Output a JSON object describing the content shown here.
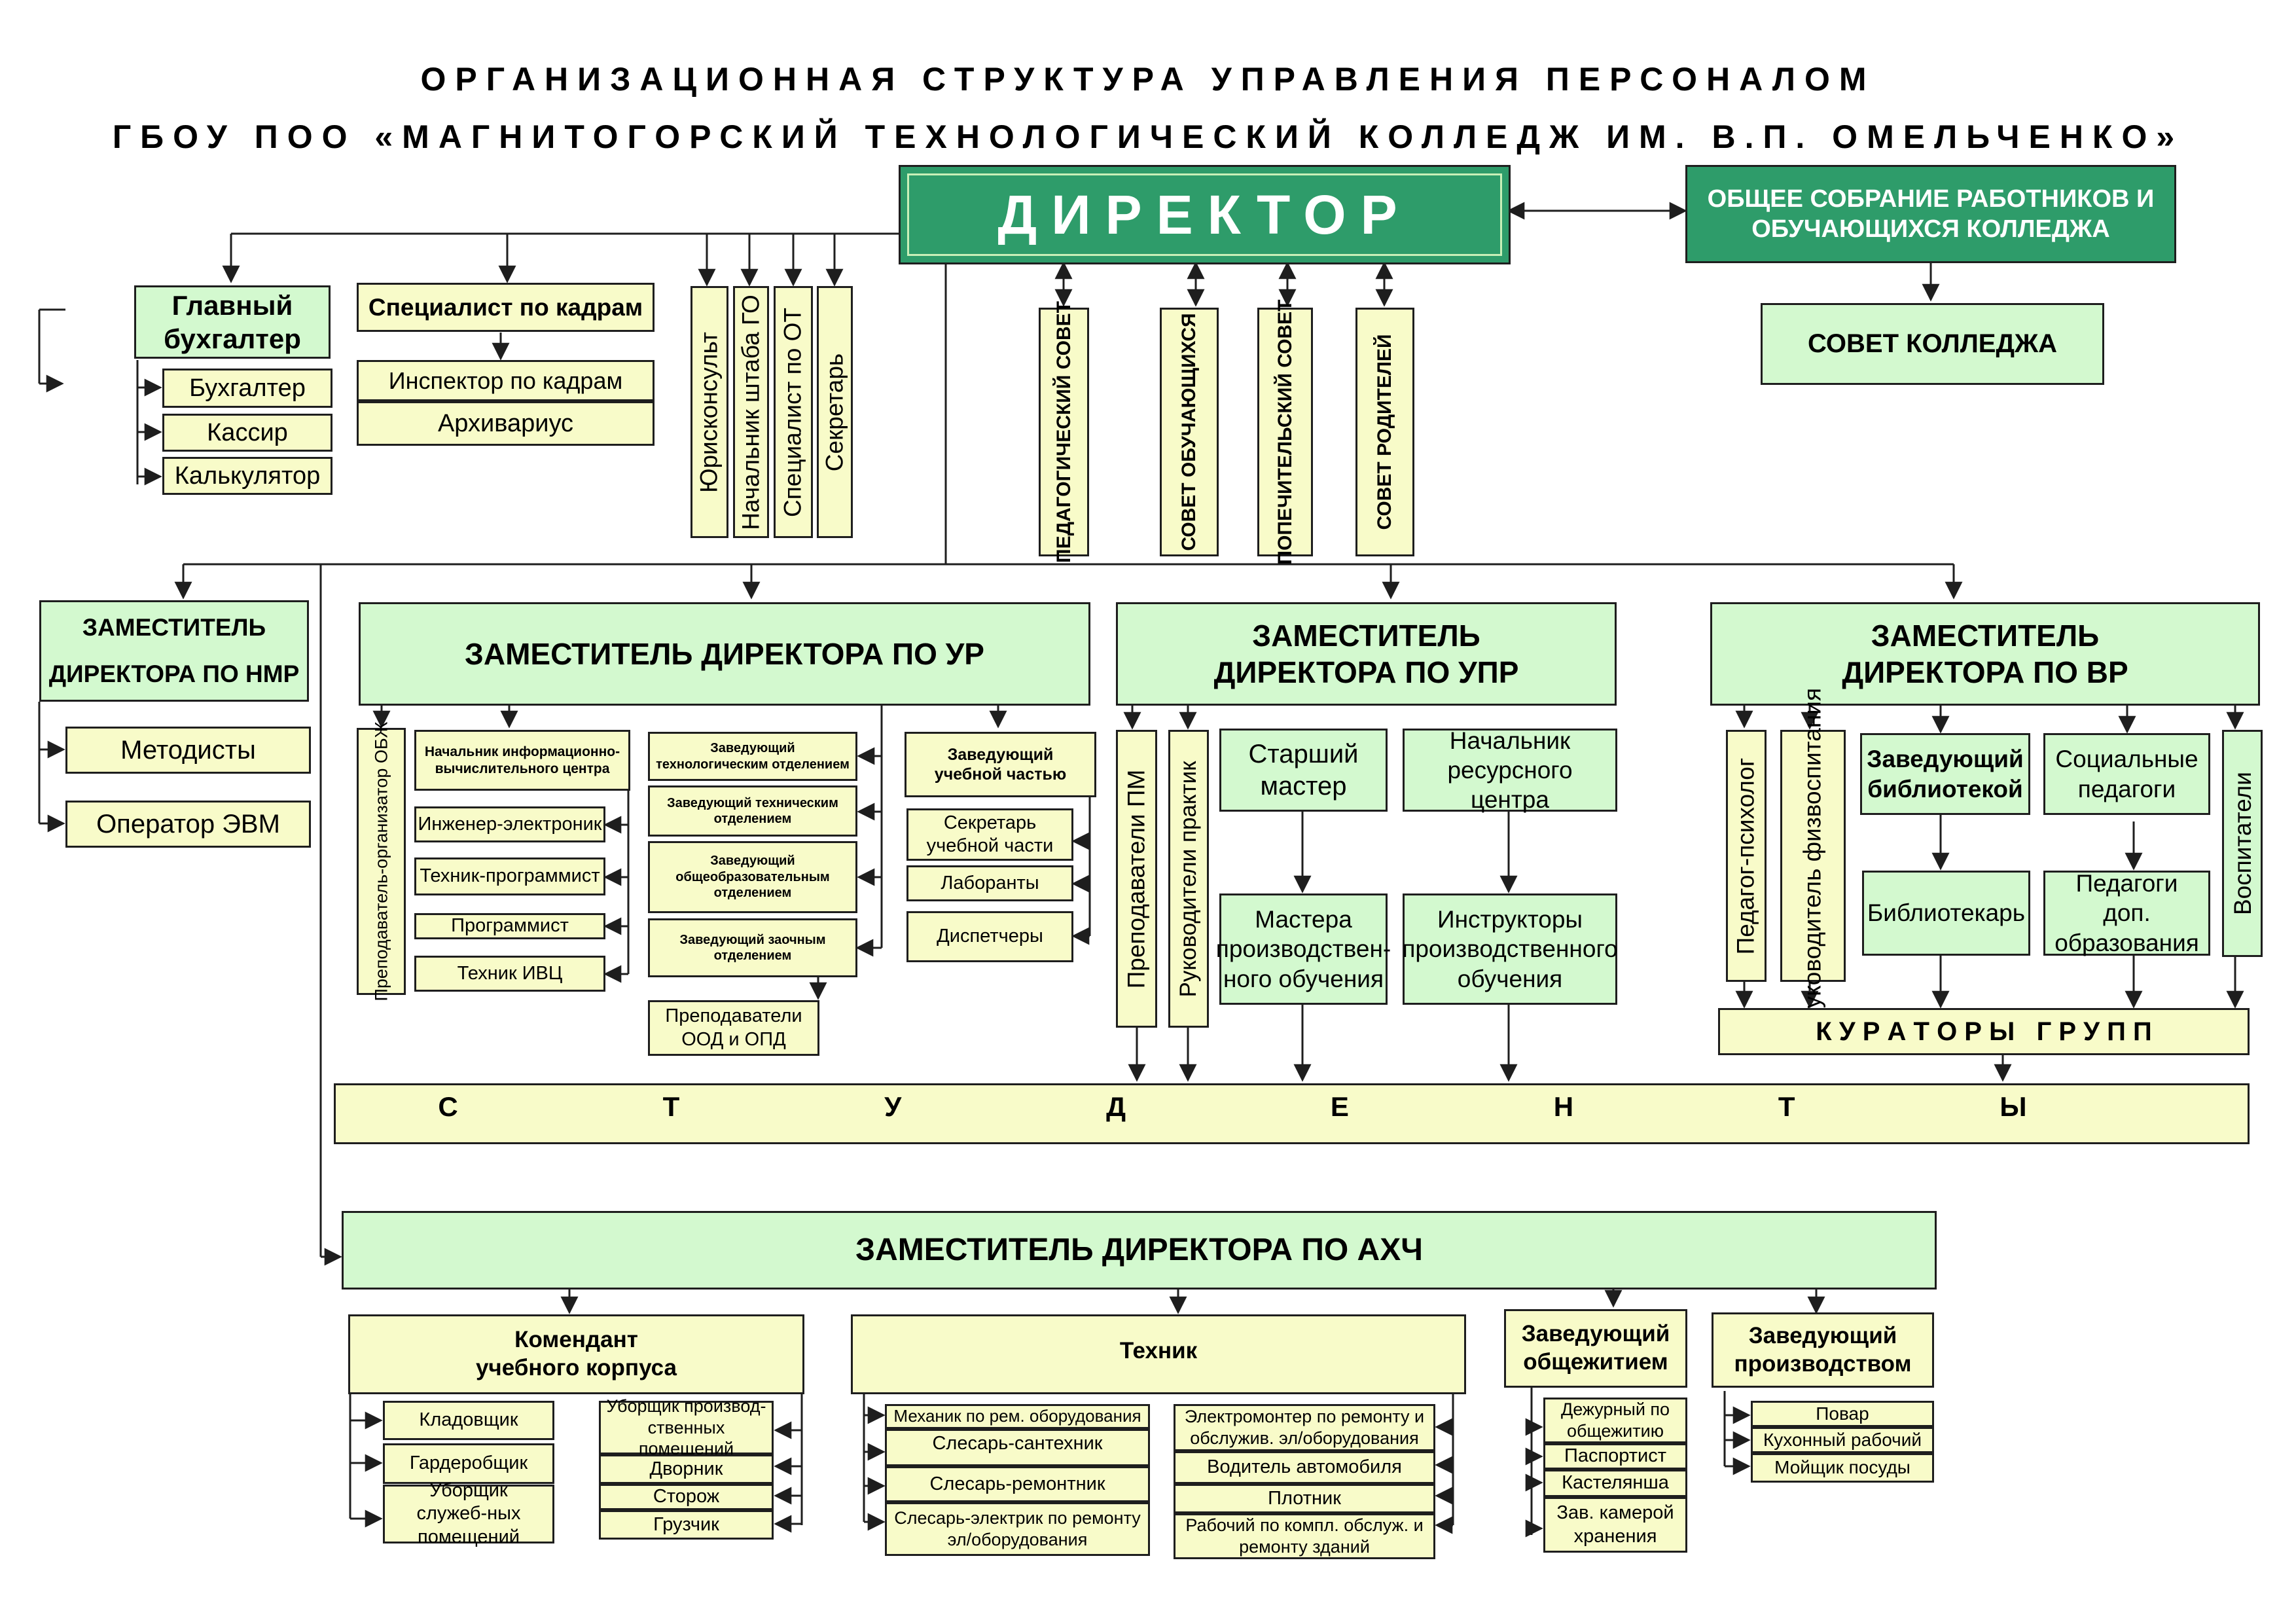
{
  "title": {
    "line1": "ОРГАНИЗАЦИОННАЯ СТРУКТУРА УПРАВЛЕНИЯ ПЕРСОНАЛОМ",
    "line2": "ГБОУ ПОО «МАГНИТОГОРСКИЙ ТЕХНОЛОГИЧЕСКИЙ КОЛЛЕДЖ ИМ. В.П. ОМЕЛЬЧЕНКО»"
  },
  "top": {
    "director": "ДИРЕКТОР",
    "general_meeting": "ОБЩЕЕ СОБРАНИЕ РАБОТНИКОВ И ОБУЧАЮЩИХСЯ КОЛЛЕДЖА",
    "college_council": "СОВЕТ КОЛЛЕДЖА"
  },
  "councils": [
    "ПЕДАГОГИЧЕСКИЙ СОВЕТ",
    "СОВЕТ ОБУЧАЮЩИХСЯ",
    "ПОПЕЧИТЕЛЬСКИЙ СОВЕТ",
    "СОВЕТ РОДИТЕЛЕЙ"
  ],
  "accounting": {
    "head": "Главный бухгалтер",
    "staff": [
      "Бухгалтер",
      "Кассир",
      "Калькулятор"
    ]
  },
  "hr": {
    "head": "Специалист по кадрам",
    "staff": [
      "Инспектор по кадрам",
      "Архивариус"
    ]
  },
  "direct_staff": [
    "Юрисконсульт",
    "Начальник штаба ГО",
    "Специалист по ОТ",
    "Секретарь"
  ],
  "nmr": {
    "head": "ЗАМЕСТИТЕЛЬ ДИРЕКТОРА ПО НМР",
    "staff": [
      "Методисты",
      "Оператор ЭВМ"
    ]
  },
  "ur": {
    "head": "ЗАМЕСТИТЕЛЬ ДИРЕКТОРА ПО УР",
    "obzh": "Преподаватель-организатор ОБЖ",
    "ivc_head": "Начальник информационно-вычислительного центра",
    "ivc_staff": [
      "Инженер-электроник",
      "Техник-программист",
      "Программист",
      "Техник ИВЦ"
    ],
    "departments": [
      "Заведующий технологическим отделением",
      "Заведующий техническим отделением",
      "Заведующий общеобразовательным отделением",
      "Заведующий заочным отделением"
    ],
    "teachers": "Преподаватели ООД и ОПД",
    "study_head": "Заведующий учебной частью",
    "study_staff": [
      "Секретарь учебной части",
      "Лаборанты",
      "Диспетчеры"
    ]
  },
  "upr": {
    "head": "ЗАМЕСТИТЕЛЬ ДИРЕКТОРА ПО УПР",
    "pm_teachers": "Преподаватели ПМ",
    "practice_heads": "Руководители практик",
    "senior_master": "Старший мастер",
    "resource_head": "Начальник ресурсного центра",
    "masters": "Мастера производствен-ного обучения",
    "instructors": "Инструкторы производственного обучения"
  },
  "vr": {
    "head": "ЗАМЕСТИТЕЛЬ ДИРЕКТОРА ПО ВР",
    "psychologist": "Педагог-психолог",
    "phys_head": "Руководитель физвоспитания",
    "library_head": "Заведующий библиотекой",
    "librarian": "Библиотекарь",
    "social": "Социальные педагоги",
    "extra_ed": "Педагоги доп. образования",
    "educators": "Воспитатели",
    "curators": "К У Р А Т О Р Ы   Г Р У П П"
  },
  "students": [
    "С",
    "Т",
    "У",
    "Д",
    "Е",
    "Н",
    "Т",
    "Ы"
  ],
  "ahch": {
    "head": "ЗАМЕСТИТЕЛЬ ДИРЕКТОРА ПО АХЧ",
    "commandant": "Комендант учебного корпуса",
    "commandant_left": [
      "Кладовщик",
      "Гардеробщик",
      "Уборщик служеб-ных помещений"
    ],
    "commandant_right": [
      "Уборщик производ-ственных помещений",
      "Дворник",
      "Сторож",
      "Грузчик"
    ],
    "technician": "Техник",
    "tech_left": [
      "Механик по рем. оборудования",
      "Слесарь-сантехник",
      "Слесарь-ремонтник",
      "Слесарь-электрик по ремонту эл/оборудования"
    ],
    "tech_right": [
      "Электромонтер по ремонту и обслужив. эл/оборудования",
      "Водитель автомобиля",
      "Плотник",
      "Рабочий по компл. обслуж. и ремонту зданий"
    ],
    "dorm_head": "Заведующий общежитием",
    "dorm_staff": [
      "Дежурный по общежитию",
      "Паспортист",
      "Кастелянша",
      "Зав. камерой хранения"
    ],
    "production_head": "Заведующий производством",
    "production_staff": [
      "Повар",
      "Кухонный рабочий",
      "Мойщик посуды"
    ]
  },
  "colors": {
    "director_fill": "#2e9c6a",
    "green_box": "#d3f9cf",
    "yellow_box": "#f8fbc9",
    "line": "#1e1e1e"
  }
}
